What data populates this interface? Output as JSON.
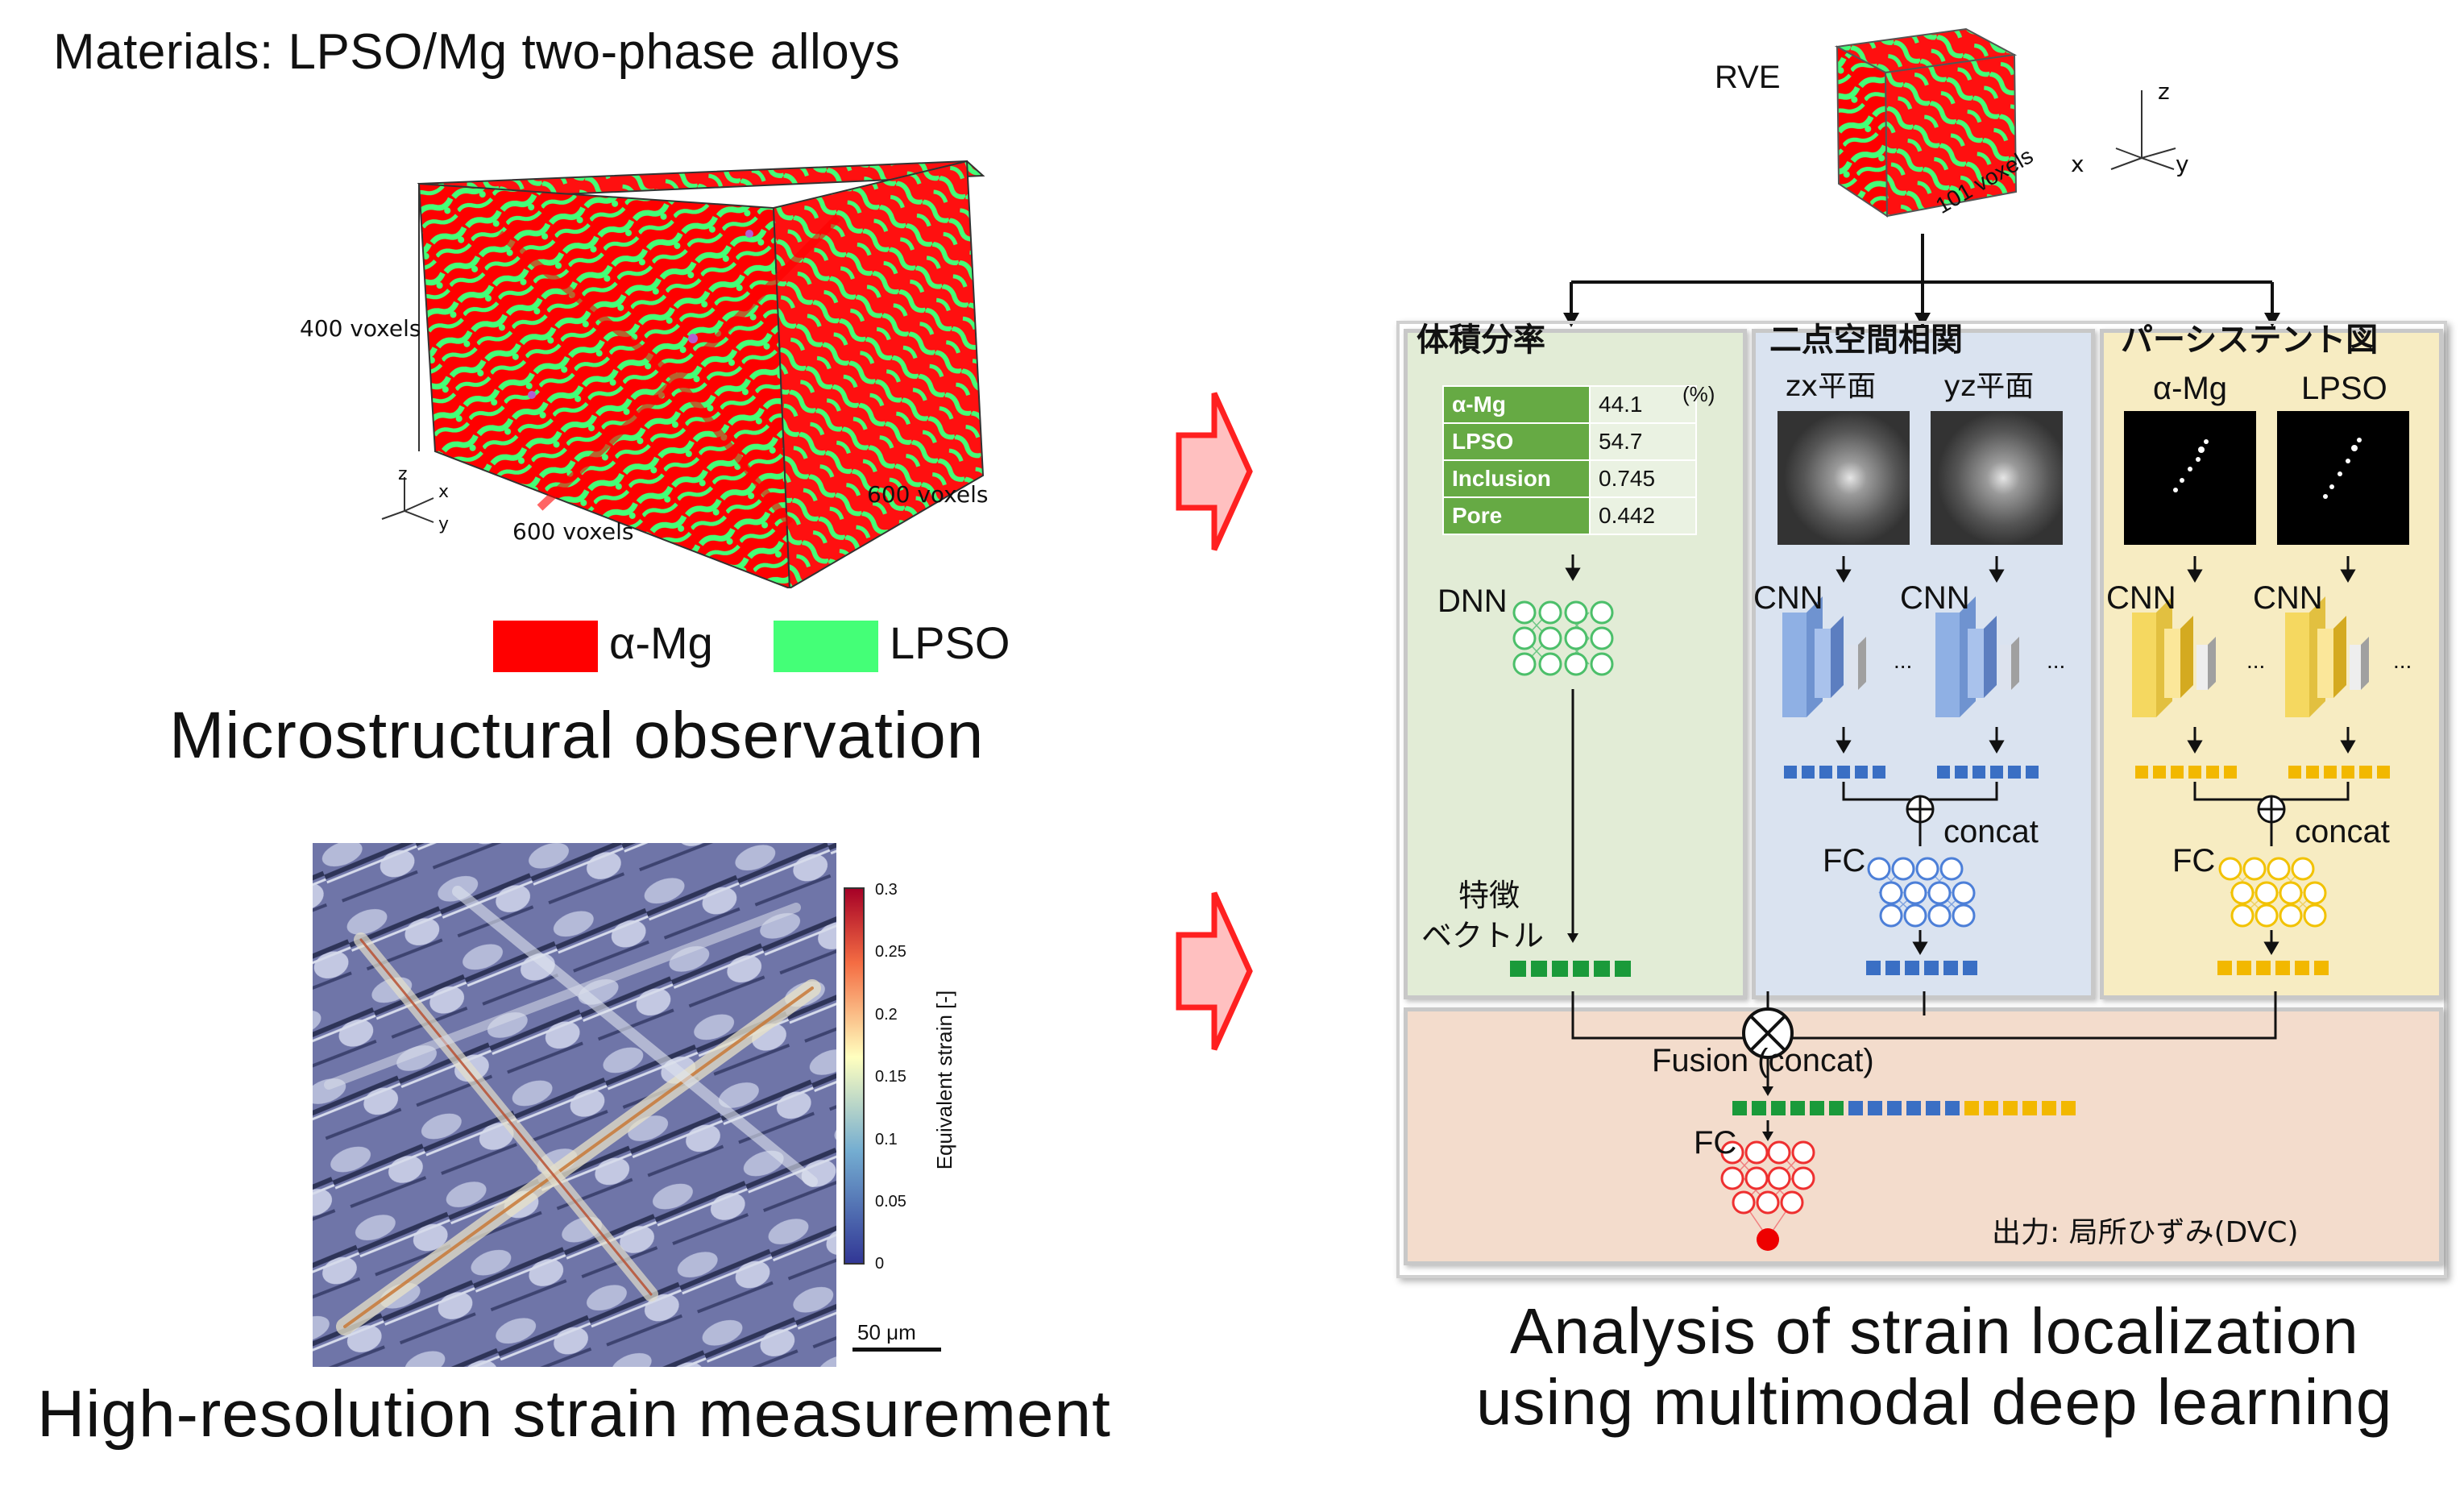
{
  "left": {
    "title": "Materials: LPSO/Mg two-phase alloys",
    "cube": {
      "dim_vertical": "400 voxels",
      "dim_front": "600 voxels",
      "dim_side": "600 voxels",
      "axis_z": "z",
      "axis_x": "x",
      "axis_y": "y"
    },
    "legend": [
      {
        "label": "α-Mg",
        "color": "#ff0000"
      },
      {
        "label": "LPSO",
        "color": "#44ff77"
      }
    ],
    "caption_micro": "Microstructural observation",
    "strain_map": {
      "colorbar_title": "Equivalent strain [-]",
      "ticks": [
        "0.3",
        "0.25",
        "0.2",
        "0.15",
        "0.1",
        "0.05",
        "0"
      ],
      "scalebar": "50 μm"
    },
    "caption_strain": "High-resolution strain measurement"
  },
  "right": {
    "rve": {
      "label": "RVE",
      "size": "101 voxels",
      "axis_z": "z",
      "axis_x": "x",
      "axis_y": "y"
    },
    "vf_panel": {
      "title": "体積分率",
      "unit": "(%)",
      "rows": [
        {
          "name": "α-Mg",
          "value": "44.1"
        },
        {
          "name": "LPSO",
          "value": "54.7"
        },
        {
          "name": "Inclusion",
          "value": "0.745"
        },
        {
          "name": "Pore",
          "value": "0.442"
        }
      ],
      "net": "DNN",
      "feature_line1": "特徴",
      "feature_line2": "ベクトル"
    },
    "corr_panel": {
      "title": "二点空間相関",
      "img1": "zx平面",
      "img2": "yz平面",
      "cnn1": "CNN",
      "cnn2": "CNN",
      "dots": "...",
      "concat": "concat",
      "fc": "FC"
    },
    "pers_panel": {
      "title": "パーシステント図",
      "img1": "α-Mg",
      "img2": "LPSO",
      "cnn1": "CNN",
      "cnn2": "CNN",
      "dots": "...",
      "concat": "concat",
      "fc": "FC"
    },
    "fusion": {
      "label": "Fusion (concat)",
      "fc": "FC",
      "output": "出力: 局所ひずみ(DVC)"
    },
    "caption_line1": "Analysis of strain localization",
    "caption_line2": "using multimodal deep learning"
  },
  "colors": {
    "mg_red": "#ff0000",
    "lpso_green": "#44ff77",
    "panel_green": "#e2ecd6",
    "panel_blue": "#dae3f0",
    "panel_yellow": "#f7ecc2",
    "panel_peach": "#f3dccc",
    "vec_green": "#1a9a3a",
    "vec_blue": "#3a6fc4",
    "vec_yellow": "#f2b800",
    "arrow_red": "#ff2020"
  }
}
